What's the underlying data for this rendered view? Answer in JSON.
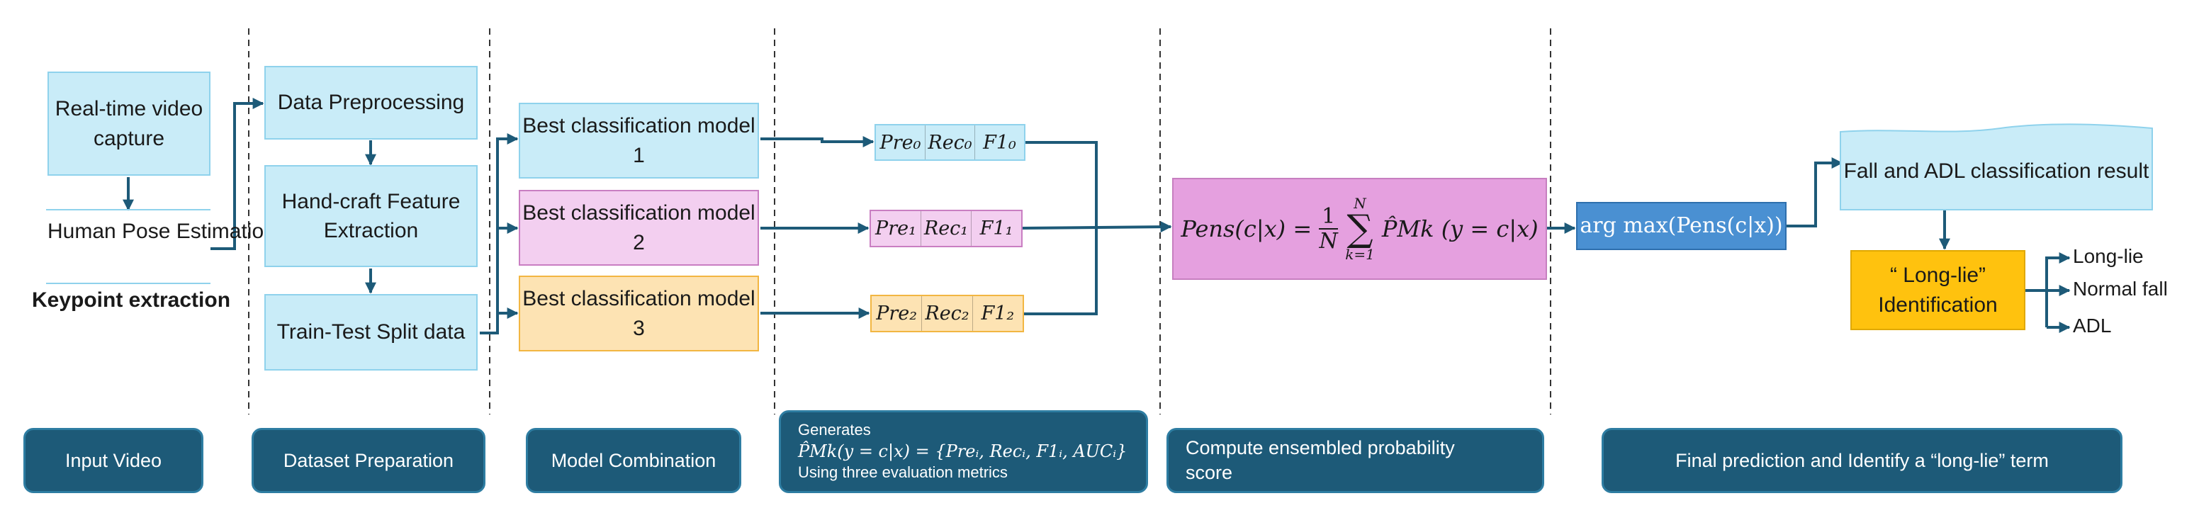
{
  "input": {
    "video_capture": "Real-time video capture",
    "pose_estimation": "Human Pose Estimation",
    "keypoint_extraction": "Keypoint extraction"
  },
  "dataset": {
    "preprocessing": "Data Preprocessing",
    "feature_extraction": "Hand-craft Feature Extraction",
    "split": "Train-Test Split data"
  },
  "models": [
    "Best classification model 1",
    "Best classification model 2",
    "Best classification model 3"
  ],
  "metrics": [
    [
      "Pre₀",
      "Rec₀",
      "F1₀"
    ],
    [
      "Pre₁",
      "Rec₁",
      "F1₁"
    ],
    [
      "Pre₂",
      "Rec₂",
      "F1₂"
    ]
  ],
  "ensemble": {
    "lhs": "Pens(c|x) =",
    "frac_num": "1",
    "frac_den": "N",
    "sum_top": "N",
    "sum_bottom": "k=1",
    "term": "P̂Mk (y = c|x)"
  },
  "argmax": "arg max(Pens(c|x))",
  "result": "Fall and ADL classification result",
  "long_lie": "“ Long-lie” Identification",
  "outcomes": [
    "Long-lie",
    "Normal fall",
    "ADL"
  ],
  "stages": {
    "input_video": "Input Video",
    "dataset_preparation": "Dataset Preparation",
    "model_combination": "Model Combination",
    "generates_title": "Generates",
    "generates_formula": "P̂Mk(y = c|x) = {Preᵢ, Recᵢ, F1ᵢ, AUCᵢ}",
    "generates_note": "Using three evaluation metrics",
    "compute": "Compute ensembled probability score",
    "final": "Final prediction and Identify a “long-lie” term"
  },
  "colors": {
    "line": "#1d5a78",
    "blue_box": "#c9ecf8",
    "pink_box": "#f3cff0",
    "orange_box": "#fde3b3",
    "ensemble_box": "#e5a0df",
    "argmax_box": "#4a90d2",
    "gold_box": "#ffc20e",
    "stage_bg": "#1d5a78"
  }
}
